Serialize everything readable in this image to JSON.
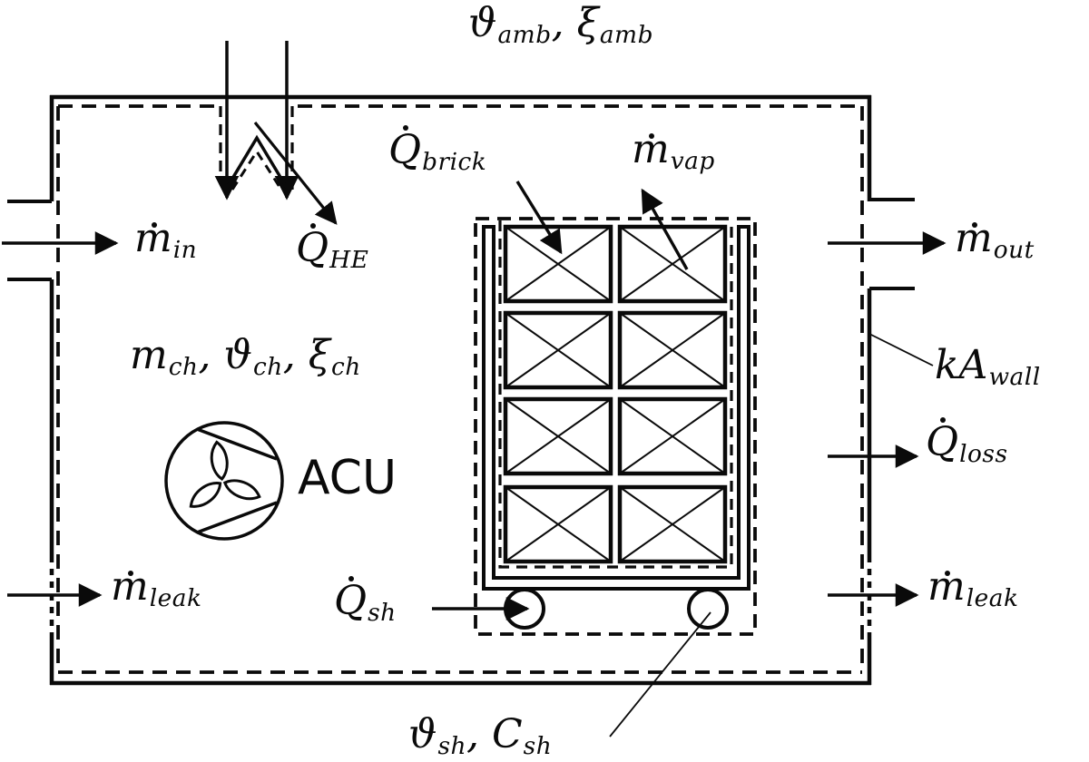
{
  "diagram": {
    "type": "thermal-system-schematic",
    "subject": "drying chamber with brick trolley, air conditioning unit and heat exchanger",
    "colors": {
      "ink": "#0a0a0a",
      "background": "#ffffff"
    }
  },
  "labels": {
    "ambient": {
      "parts": [
        {
          "t": "ϑ"
        },
        {
          "sub": "amb"
        },
        {
          "sep": ", "
        },
        {
          "t": "ξ"
        },
        {
          "sub": "amb"
        }
      ]
    },
    "q_he": {
      "parts": [
        {
          "t": "Q",
          "dot": true
        },
        {
          "sub": "HE"
        }
      ]
    },
    "q_brick": {
      "parts": [
        {
          "t": "Q",
          "dot": true
        },
        {
          "sub": "brick"
        }
      ]
    },
    "m_vap": {
      "parts": [
        {
          "t": "m",
          "dot": true
        },
        {
          "sub": "vap"
        }
      ]
    },
    "m_in": {
      "parts": [
        {
          "t": "m",
          "dot": true
        },
        {
          "sub": "in"
        }
      ]
    },
    "m_out": {
      "parts": [
        {
          "t": "m",
          "dot": true
        },
        {
          "sub": "out"
        }
      ]
    },
    "chamber_state": {
      "parts": [
        {
          "t": "m"
        },
        {
          "sub": "ch"
        },
        {
          "sep": ", "
        },
        {
          "t": "ϑ"
        },
        {
          "sub": "ch"
        },
        {
          "sep": ", "
        },
        {
          "t": "ξ"
        },
        {
          "sub": "ch"
        }
      ]
    },
    "acu": {
      "parts": [
        {
          "t": "ACU",
          "up": true
        }
      ]
    },
    "ka_wall": {
      "parts": [
        {
          "t": "kA"
        },
        {
          "sub": "wall"
        }
      ]
    },
    "q_loss": {
      "parts": [
        {
          "t": "Q",
          "dot": true
        },
        {
          "sub": "loss"
        }
      ]
    },
    "m_leak_left": {
      "parts": [
        {
          "t": "m",
          "dot": true
        },
        {
          "sub": "leak"
        }
      ]
    },
    "m_leak_right": {
      "parts": [
        {
          "t": "m",
          "dot": true
        },
        {
          "sub": "leak"
        }
      ]
    },
    "q_sh": {
      "parts": [
        {
          "t": "Q",
          "dot": true
        },
        {
          "sub": "sh"
        }
      ]
    },
    "shelf_state": {
      "parts": [
        {
          "t": "ϑ"
        },
        {
          "sub": "sh"
        },
        {
          "sep": ", "
        },
        {
          "t": "C"
        },
        {
          "sub": "sh"
        }
      ]
    }
  }
}
